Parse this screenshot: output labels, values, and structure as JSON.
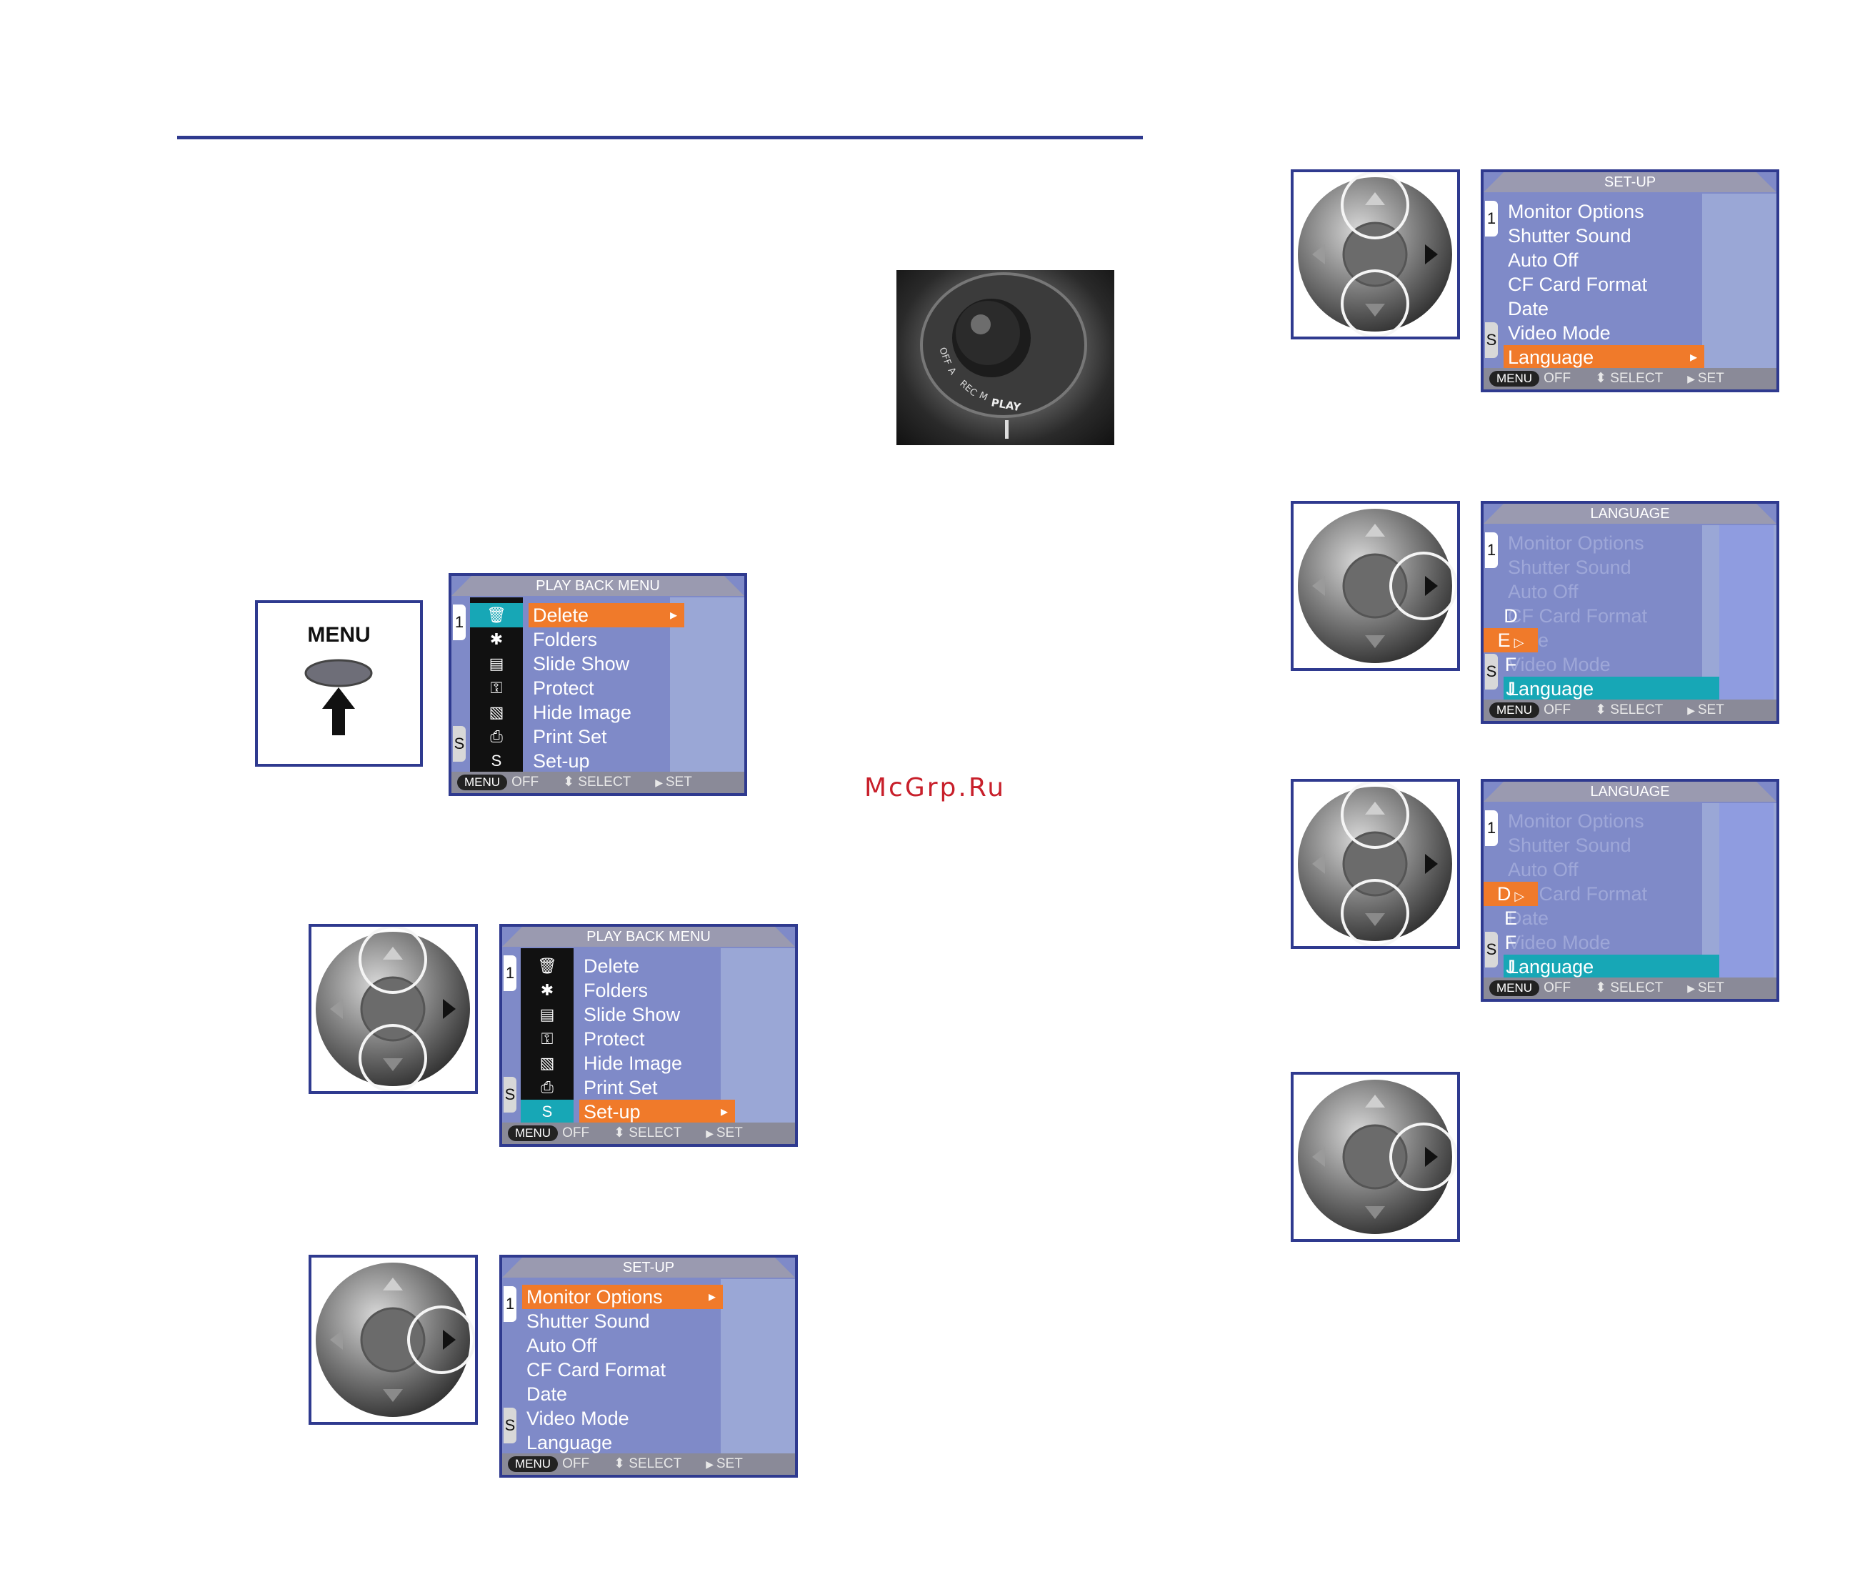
{
  "watermark": "McGrp.Ru",
  "menu_button": {
    "label": "MENU"
  },
  "dial": {
    "labels": {
      "off": "OFF",
      "a": "A",
      "rec": "REC",
      "m": "M",
      "play": "PLAY"
    }
  },
  "footer": {
    "menu": "MENU",
    "off": "OFF",
    "select": "SELECT",
    "set": "SET"
  },
  "screens": {
    "playback1": {
      "title": "PLAY BACK MENU",
      "tab1": "1",
      "tabS": "S",
      "items": [
        "Delete",
        "Folders",
        "Slide Show",
        "Protect",
        "Hide Image",
        "Print Set",
        "Set-up"
      ],
      "icons": [
        "trash-icon",
        "folder-icon",
        "slideshow-icon",
        "key-icon",
        "hide-icon",
        "print-icon",
        "S"
      ]
    },
    "playback2": {
      "title": "PLAY BACK MENU",
      "tab1": "1",
      "tabS": "S",
      "items": [
        "Delete",
        "Folders",
        "Slide Show",
        "Protect",
        "Hide Image",
        "Print Set",
        "Set-up"
      ],
      "icon_s": "S"
    },
    "setup1": {
      "title": "SET-UP",
      "tab1": "1",
      "tabS": "S",
      "items": [
        "Monitor Options",
        "Shutter Sound",
        "Auto Off",
        "CF Card Format",
        "Date",
        "Video Mode",
        "Language"
      ]
    },
    "setup2": {
      "title": "SET-UP",
      "tab1": "1",
      "tabS": "S",
      "items": [
        "Monitor Options",
        "Shutter Sound",
        "Auto Off",
        "CF Card Format",
        "Date",
        "Video Mode",
        "Language"
      ]
    },
    "language1": {
      "title": "LANGUAGE",
      "tab1": "1",
      "tabS": "S",
      "items": [
        "Monitor Options",
        "Shutter Sound",
        "Auto Off",
        "CF Card Format",
        "Date",
        "Video Mode",
        "Language"
      ],
      "letters": [
        "D",
        "E",
        "F",
        "J"
      ]
    },
    "language2": {
      "title": "LANGUAGE",
      "tab1": "1",
      "tabS": "S",
      "items": [
        "Monitor Options",
        "Shutter Sound",
        "Auto Off",
        "CF Card Format",
        "Date",
        "Video Mode",
        "Language"
      ],
      "letters": [
        "D",
        "E",
        "F",
        "J"
      ]
    }
  }
}
